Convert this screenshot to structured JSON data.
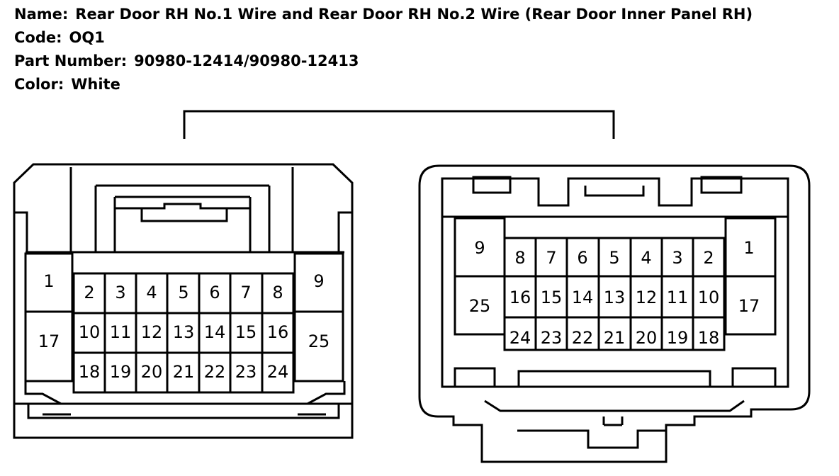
{
  "header": {
    "name_label": "Name:",
    "name_value": "Rear Door RH No.1 Wire and Rear Door RH No.2 Wire (Rear Door Inner Panel RH)",
    "code_label": "Code:",
    "code_value": "OQ1",
    "part_label": "Part Number:",
    "part_value": "90980-12414/90980-12413",
    "color_label": "Color:",
    "color_value": "White"
  },
  "left_connector": {
    "pin_labels": [
      "1",
      "17",
      "2",
      "3",
      "4",
      "5",
      "6",
      "7",
      "8",
      "10",
      "11",
      "12",
      "13",
      "14",
      "15",
      "16",
      "18",
      "19",
      "20",
      "21",
      "22",
      "23",
      "24",
      "9",
      "25"
    ]
  },
  "right_connector": {
    "pin_labels": [
      "9",
      "25",
      "8",
      "7",
      "6",
      "5",
      "4",
      "3",
      "2",
      "16",
      "15",
      "14",
      "13",
      "12",
      "11",
      "10",
      "24",
      "23",
      "22",
      "21",
      "20",
      "19",
      "18",
      "1",
      "17"
    ]
  }
}
